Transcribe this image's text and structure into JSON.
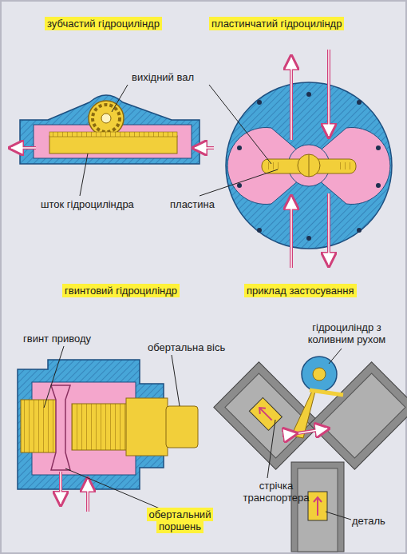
{
  "diagram": {
    "labels": [
      "зубчастий гідроциліндр",
      "пластинчатий гідроциліндр",
      "вихідний вал",
      "шток гідроциліндра",
      "пластина",
      "гвинтовий гідроциліндр",
      "приклад застосування",
      "гвинт приводу",
      "обертальна вісь",
      "гідроциліндр з коливним рухом",
      "стрічка транспортера",
      "деталь",
      "обертальний поршень"
    ]
  }
}
